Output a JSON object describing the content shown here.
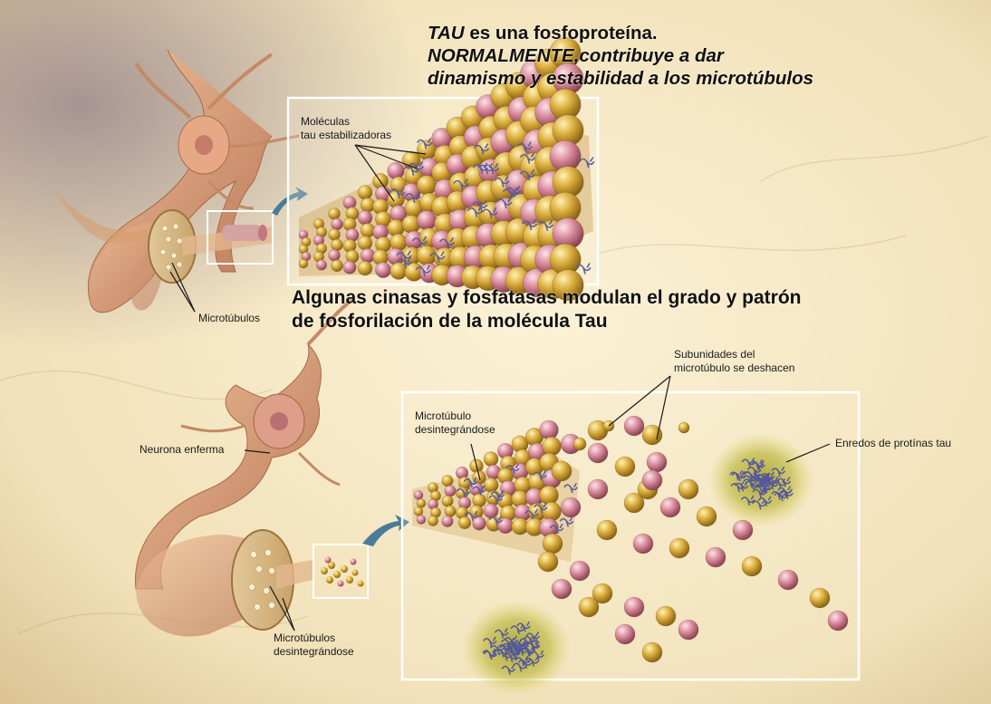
{
  "heading": {
    "tau_word": "TAU",
    "line1_rest": " es una fosfoproteína.",
    "line2": "NORMALMENTE,contribuye a dar",
    "line3": "dinamismo y estabilidad a los microtúbulos"
  },
  "middle_text": {
    "line1": "Algunas cinasas y fosfatasas modulan el grado y patrón",
    "line2": "de fosforilación de la molécula Tau"
  },
  "labels": {
    "tau_molecules_1": "Moléculas",
    "tau_molecules_2": "tau estabilizadoras",
    "microtubules": "Microtúbulos",
    "sick_neuron": "Neurona enferma",
    "disintegrating_mt_1": "Microtúbulo",
    "disintegrating_mt_2": "desintegrándose",
    "subunits_1": "Subunidades del",
    "subunits_2": "microtúbulo se deshacen",
    "tangles": "Enredos de protínas tau",
    "microtubules_bottom_1": "Microtúbulos",
    "microtubules_bottom_2": "desintegrándose"
  },
  "colors": {
    "background": "#f3e7c6",
    "gold_bead": "#d9ab3b",
    "pink_bead": "#d98a9a",
    "tau_protein": "#5c5f9e",
    "tangle_glow": "#b7b230",
    "neuron": "#d79a6c",
    "arrow": "#4a7b98"
  }
}
